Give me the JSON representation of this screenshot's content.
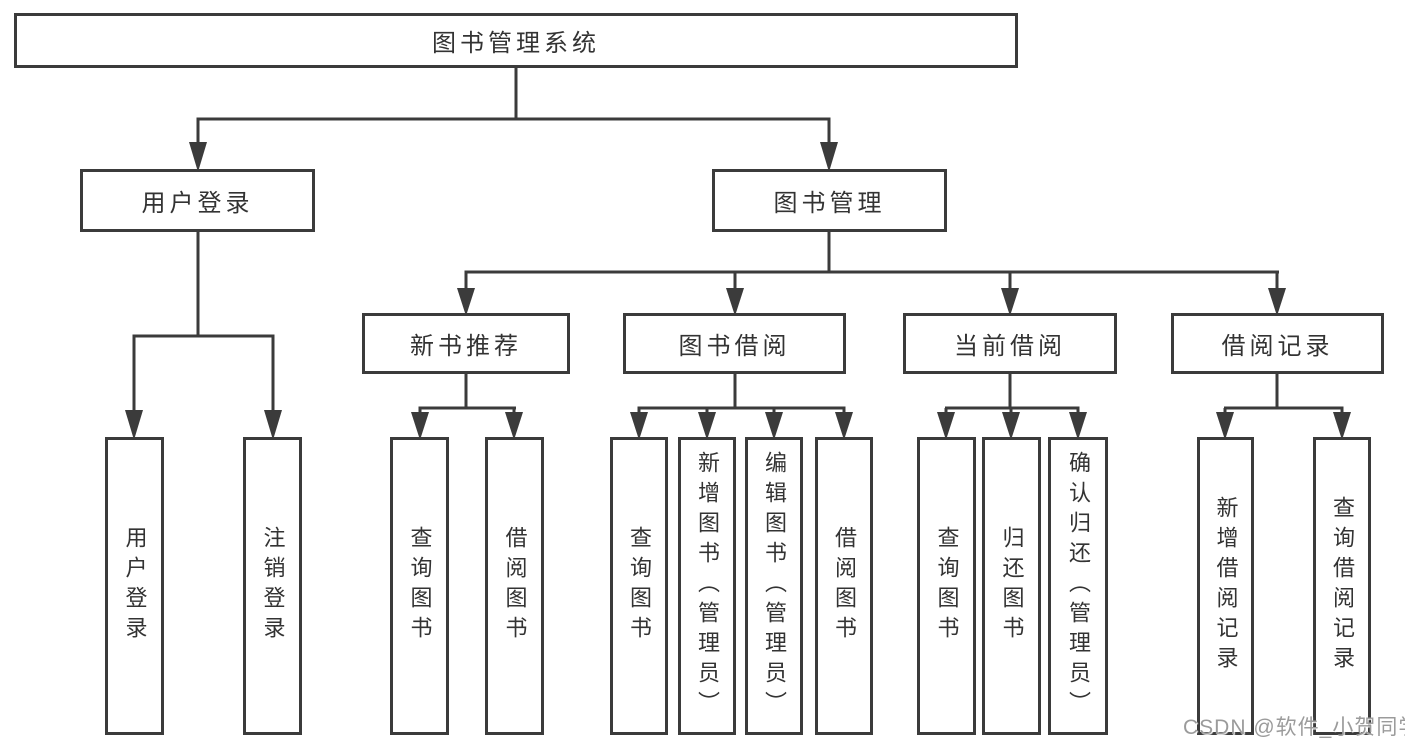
{
  "diagram": {
    "root": {
      "label": "图书管理系统"
    },
    "branches": [
      {
        "label": "用户登录",
        "children": [
          {
            "label": "用户登录"
          },
          {
            "label": "注销登录"
          }
        ]
      },
      {
        "label": "图书管理",
        "children": [
          {
            "label": "新书推荐",
            "children": [
              {
                "label": "查询图书"
              },
              {
                "label": "借阅图书"
              }
            ]
          },
          {
            "label": "图书借阅",
            "children": [
              {
                "label": "查询图书"
              },
              {
                "label": "新增图书（管理员）"
              },
              {
                "label": "编辑图书（管理员）"
              },
              {
                "label": "借阅图书"
              }
            ]
          },
          {
            "label": "当前借阅",
            "children": [
              {
                "label": "查询图书"
              },
              {
                "label": "归还图书"
              },
              {
                "label": "确认归还（管理员）"
              }
            ]
          },
          {
            "label": "借阅记录",
            "children": [
              {
                "label": "新增借阅记录"
              },
              {
                "label": "查询借阅记录"
              }
            ]
          }
        ]
      }
    ]
  },
  "watermark": "CSDN @软件_小贺同学",
  "colors": {
    "line": "#3b3b3b",
    "node_border": "#3b3b3b",
    "node_text": "#333333",
    "watermark_text": "#9b9b9b",
    "background": "#ffffff"
  }
}
